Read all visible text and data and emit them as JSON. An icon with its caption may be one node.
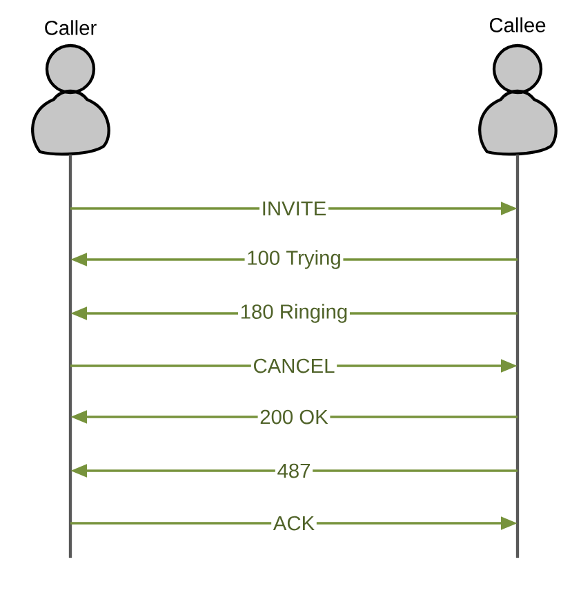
{
  "diagram": {
    "nodes": [
      {
        "text": [
          "Caller"
        ]
      },
      {
        "text": [
          "Callee"
        ]
      }
    ],
    "edges": [
      {
        "from": 0,
        "to": 1,
        "arrow": "to",
        "label": "INVITE"
      },
      {
        "from": 1,
        "to": 0,
        "arrow": "to",
        "label": "100 Trying"
      },
      {
        "from": 1,
        "to": 0,
        "arrow": "to",
        "label": "180 Ringing"
      },
      {
        "from": 0,
        "to": 1,
        "arrow": "to",
        "label": "CANCEL"
      },
      {
        "from": 1,
        "to": 0,
        "arrow": "to",
        "label": "200 OK"
      },
      {
        "from": 1,
        "to": 0,
        "arrow": "to",
        "label": "487"
      },
      {
        "from": 0,
        "to": 1,
        "arrow": "to",
        "label": "ACK"
      }
    ]
  }
}
